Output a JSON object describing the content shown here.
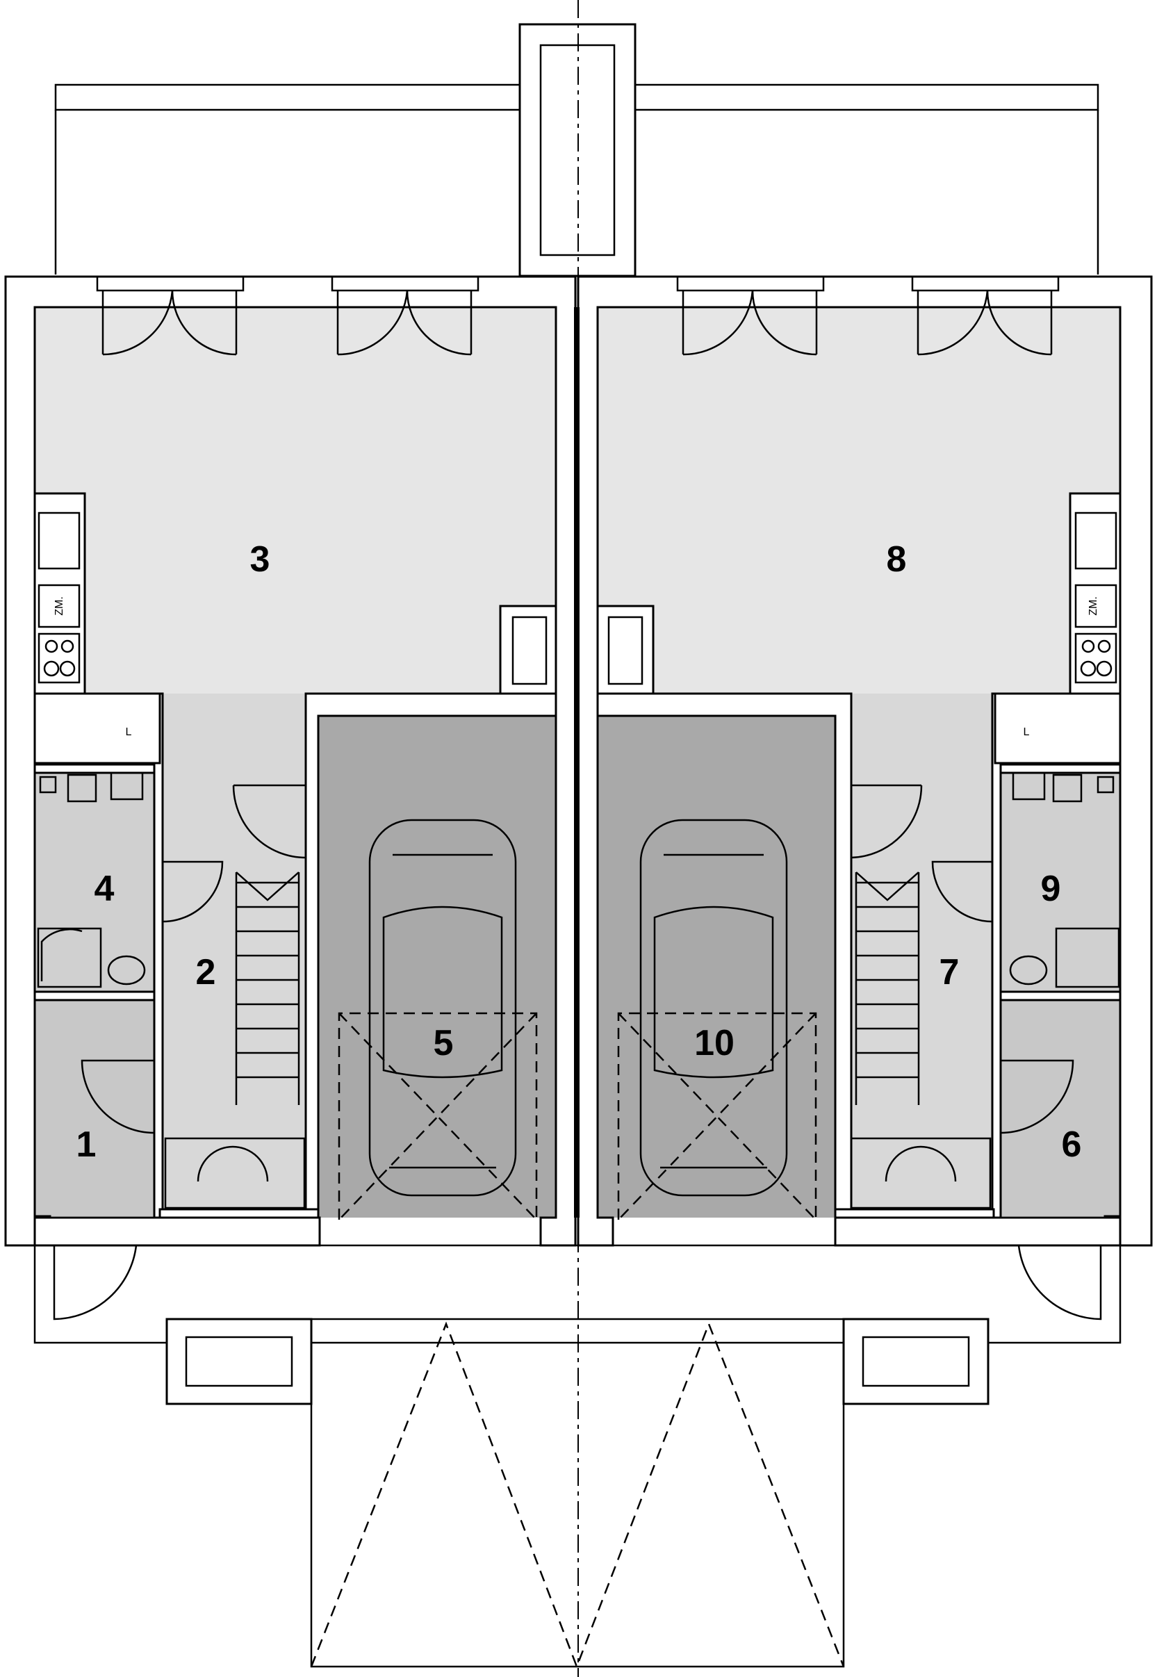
{
  "rooms": [
    {
      "id": "r1",
      "label": "1",
      "fill": "#c8c8c8"
    },
    {
      "id": "r2",
      "label": "2",
      "fill": "#d8d8d8"
    },
    {
      "id": "r3",
      "label": "3",
      "fill": "#e6e6e6"
    },
    {
      "id": "r4",
      "label": "4",
      "fill": "#d0d0d0"
    },
    {
      "id": "r5",
      "label": "5",
      "fill": "#a9a9a9"
    },
    {
      "id": "r6",
      "label": "6",
      "fill": "#c8c8c8"
    },
    {
      "id": "r7",
      "label": "7",
      "fill": "#d8d8d8"
    },
    {
      "id": "r8",
      "label": "8",
      "fill": "#e6e6e6"
    },
    {
      "id": "r9",
      "label": "9",
      "fill": "#d0d0d0"
    },
    {
      "id": "r10",
      "label": "10",
      "fill": "#a9a9a9"
    }
  ],
  "fixture_labels": {
    "fridge_left": "ZM.",
    "fridge_right": "ZM.",
    "l_left": "L",
    "l_right": "L"
  }
}
